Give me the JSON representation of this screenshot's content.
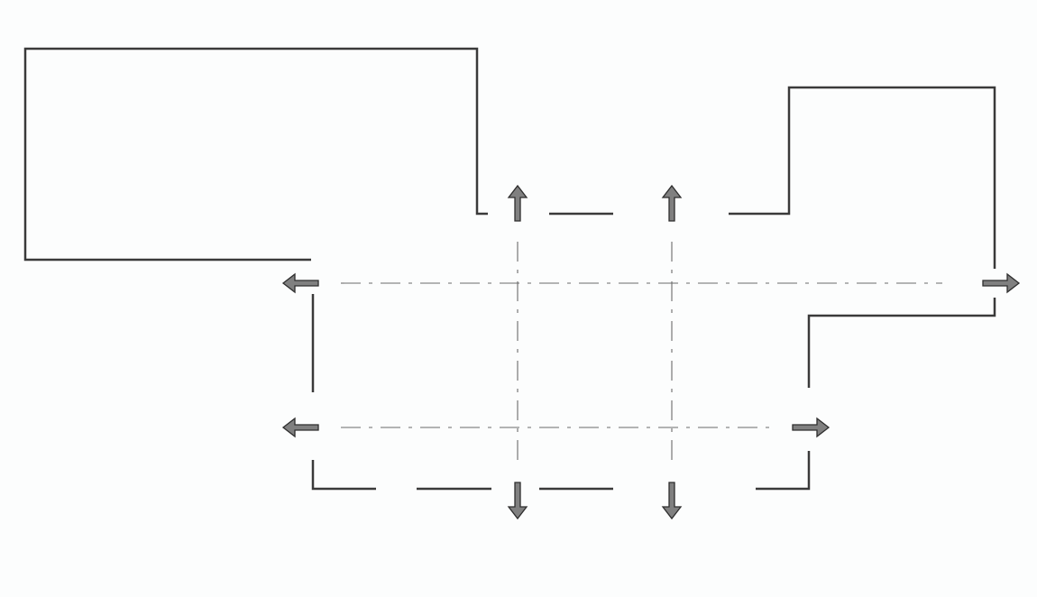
{
  "diagram": {
    "type": "floor-plan-exit-flow",
    "colors": {
      "background": "#fcfdfd",
      "wall": "#3a3a3a",
      "axis": "#6a6a6a",
      "arrow_fill": "#808080",
      "arrow_stroke": "#2e2e2e"
    },
    "arrows": [
      {
        "name": "arrow-up-left",
        "direction": "up"
      },
      {
        "name": "arrow-up-right",
        "direction": "up"
      },
      {
        "name": "arrow-left-upper",
        "direction": "left"
      },
      {
        "name": "arrow-right-upper",
        "direction": "right"
      },
      {
        "name": "arrow-left-lower",
        "direction": "left"
      },
      {
        "name": "arrow-right-lower",
        "direction": "right"
      },
      {
        "name": "arrow-down-left",
        "direction": "down"
      },
      {
        "name": "arrow-down-right",
        "direction": "down"
      }
    ]
  }
}
